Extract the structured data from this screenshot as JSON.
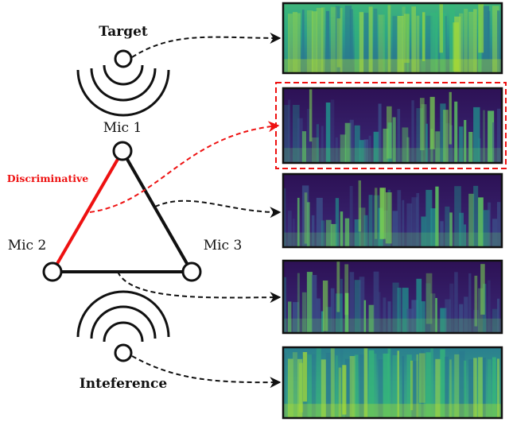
{
  "labels": {
    "target": "Target",
    "interference": "Inteference",
    "mic1": "Mic 1",
    "mic2": "Mic 2",
    "mic3": "Mic 3",
    "discriminative": "Discriminative"
  },
  "colors": {
    "highlight": "#ee1111",
    "line": "#111111",
    "spec_bg_bright": "#2f9b8a",
    "spec_bg_dark": "#2a0c4e",
    "spec_peak": "#c8e020"
  },
  "spectrograms": [
    {
      "id": "target",
      "style": "bright",
      "highlighted": false
    },
    {
      "id": "discriminative",
      "style": "dark",
      "highlighted": true
    },
    {
      "id": "mic-pair-2",
      "style": "dark",
      "highlighted": false
    },
    {
      "id": "mic-pair-3",
      "style": "dark",
      "highlighted": false
    },
    {
      "id": "interference",
      "style": "bright",
      "highlighted": false
    }
  ]
}
